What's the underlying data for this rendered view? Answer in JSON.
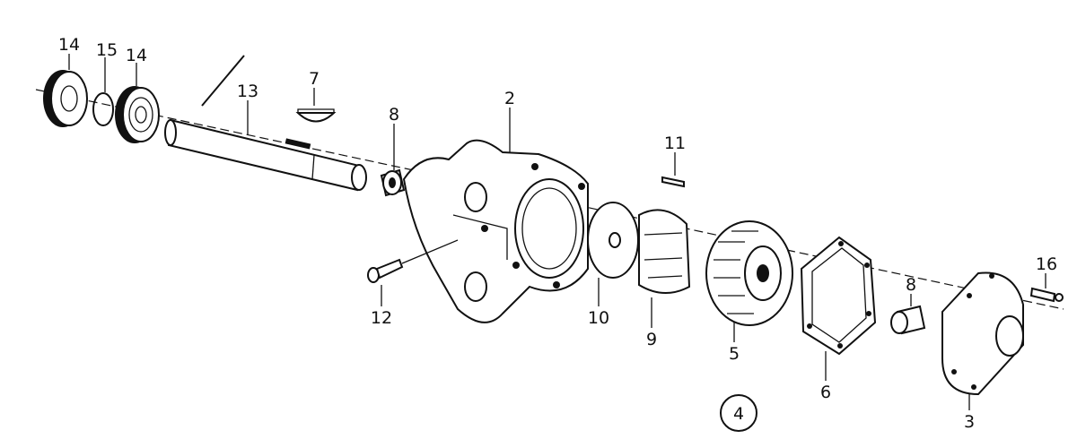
{
  "callouts": {
    "c14a": "14",
    "c15": "15",
    "c14b": "14",
    "c13": "13",
    "c7": "7",
    "c8a": "8",
    "c2": "2",
    "c11": "11",
    "c12": "12",
    "c10": "10",
    "c9": "9",
    "c5": "5",
    "c6": "6",
    "c8b": "8",
    "c3": "3",
    "c16": "16"
  },
  "figure_number": "4"
}
